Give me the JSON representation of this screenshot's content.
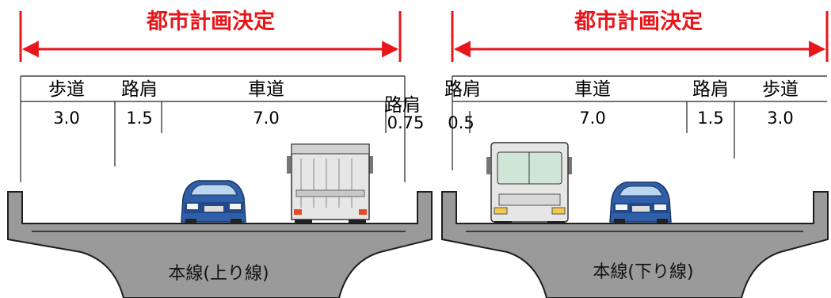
{
  "panels": [
    {
      "id": "up",
      "title": "都市計画決定",
      "lanes": [
        {
          "label": "歩道",
          "width": "3.0"
        },
        {
          "label": "路肩",
          "width": "1.5"
        },
        {
          "label": "車道",
          "width": "7.0"
        },
        {
          "label": "路肩",
          "width": "0.75"
        }
      ],
      "main_line": "本線(上り線)"
    },
    {
      "id": "down",
      "title": "都市計画決定",
      "lanes": [
        {
          "label": "路肩",
          "width": "0.5"
        },
        {
          "label": "車道",
          "width": "7.0"
        },
        {
          "label": "路肩",
          "width": "1.5"
        },
        {
          "label": "歩道",
          "width": "3.0"
        }
      ],
      "main_line": "本線(下り線)"
    }
  ],
  "colors": {
    "dimension_arrow": "#e8161b",
    "title_text": "#e8161b",
    "structure_fill": "#9a9a9a",
    "structure_stroke": "#1e1e1e",
    "car_body": "#2f5fa8",
    "truck_body": "#e6e6e6"
  }
}
